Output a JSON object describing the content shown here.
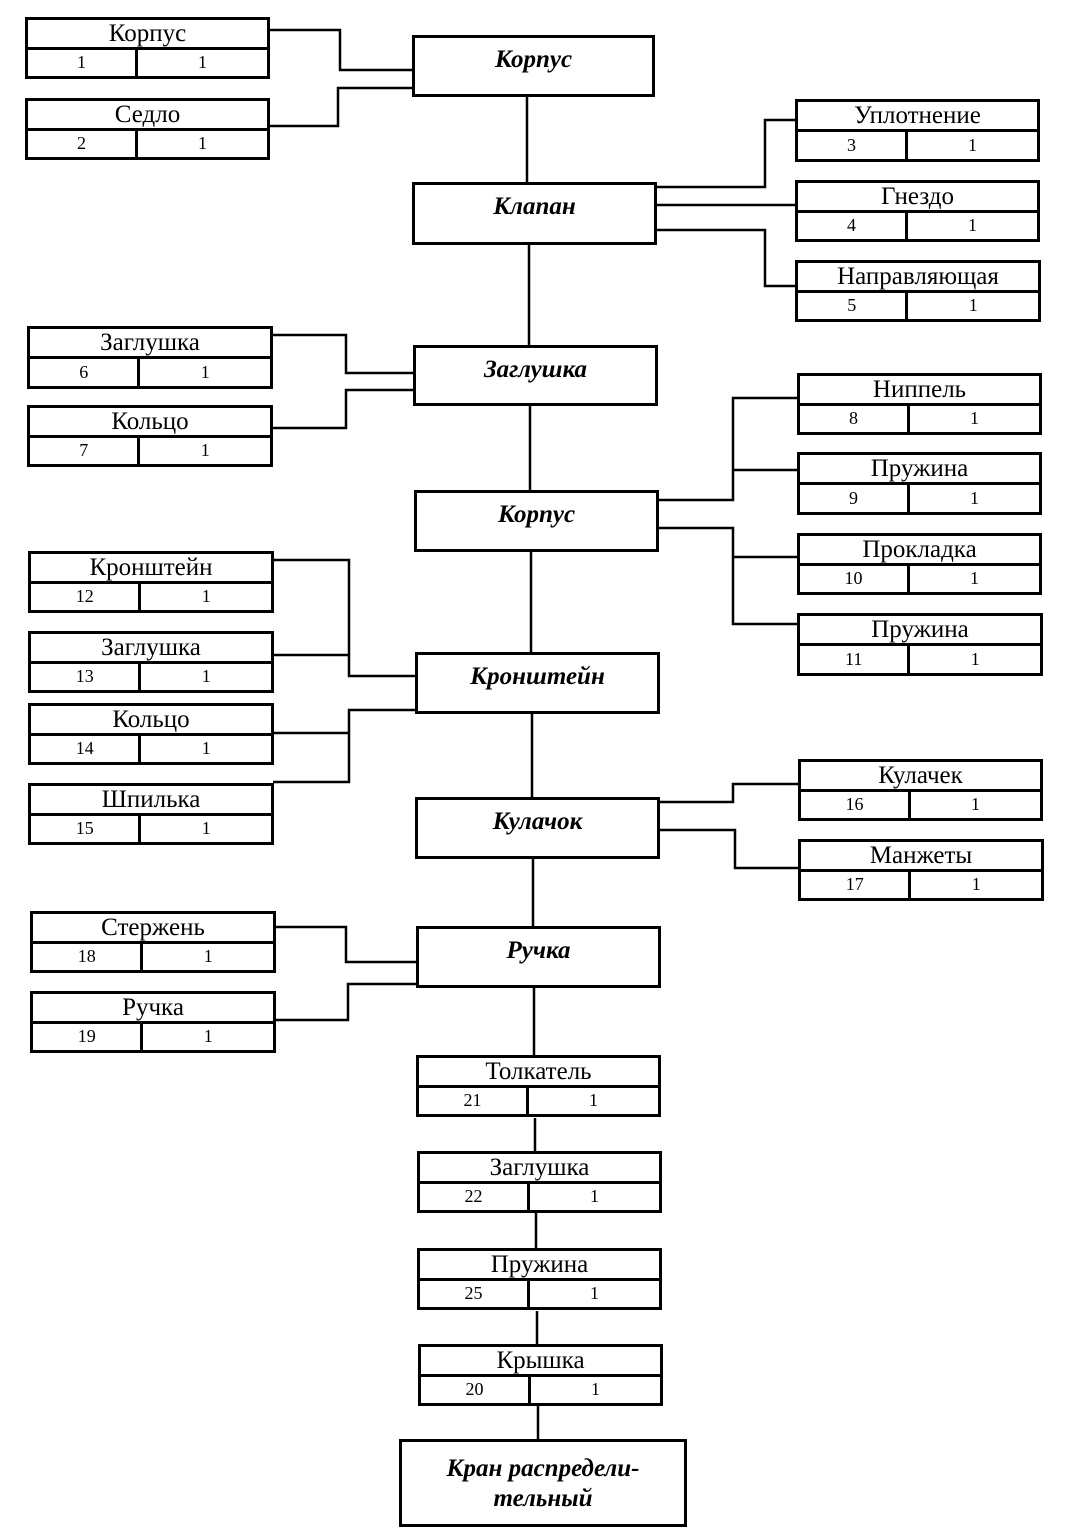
{
  "assemblies": {
    "korpus_top": "Корпус",
    "klapan": "Клапан",
    "zaglushka": "Заглушка",
    "korpus_mid": "Корпус",
    "kronshtein": "Кронштейн",
    "kulachok": "Кулачок",
    "ruchka": "Ручка"
  },
  "final_product": {
    "line1": "Кран распредели-",
    "line2": "тельный"
  },
  "parts": {
    "p1": {
      "name": "Корпус",
      "num": "1",
      "qty": "1"
    },
    "p2": {
      "name": "Седло",
      "num": "2",
      "qty": "1"
    },
    "p3": {
      "name": "Уплотнение",
      "num": "3",
      "qty": "1"
    },
    "p4": {
      "name": "Гнездо",
      "num": "4",
      "qty": "1"
    },
    "p5": {
      "name": "Направляющая",
      "num": "5",
      "qty": "1"
    },
    "p6": {
      "name": "Заглушка",
      "num": "6",
      "qty": "1"
    },
    "p7": {
      "name": "Кольцо",
      "num": "7",
      "qty": "1"
    },
    "p8": {
      "name": "Ниппель",
      "num": "8",
      "qty": "1"
    },
    "p9": {
      "name": "Пружина",
      "num": "9",
      "qty": "1"
    },
    "p10": {
      "name": "Прокладка",
      "num": "10",
      "qty": "1"
    },
    "p11": {
      "name": "Пружина",
      "num": "11",
      "qty": "1"
    },
    "p12": {
      "name": "Кронштейн",
      "num": "12",
      "qty": "1"
    },
    "p13": {
      "name": "Заглушка",
      "num": "13",
      "qty": "1"
    },
    "p14": {
      "name": "Кольцо",
      "num": "14",
      "qty": "1"
    },
    "p15": {
      "name": "Шпилька",
      "num": "15",
      "qty": "1"
    },
    "p16": {
      "name": "Кулачек",
      "num": "16",
      "qty": "1"
    },
    "p17": {
      "name": "Манжеты",
      "num": "17",
      "qty": "1"
    },
    "p18": {
      "name": "Стержень",
      "num": "18",
      "qty": "1"
    },
    "p19": {
      "name": "Ручка",
      "num": "19",
      "qty": "1"
    },
    "p21": {
      "name": "Толкатель",
      "num": "21",
      "qty": "1"
    },
    "p22": {
      "name": "Заглушка",
      "num": "22",
      "qty": "1"
    },
    "p25": {
      "name": "Пружина",
      "num": "25",
      "qty": "1"
    },
    "p20": {
      "name": "Крышка",
      "num": "20",
      "qty": "1"
    }
  }
}
